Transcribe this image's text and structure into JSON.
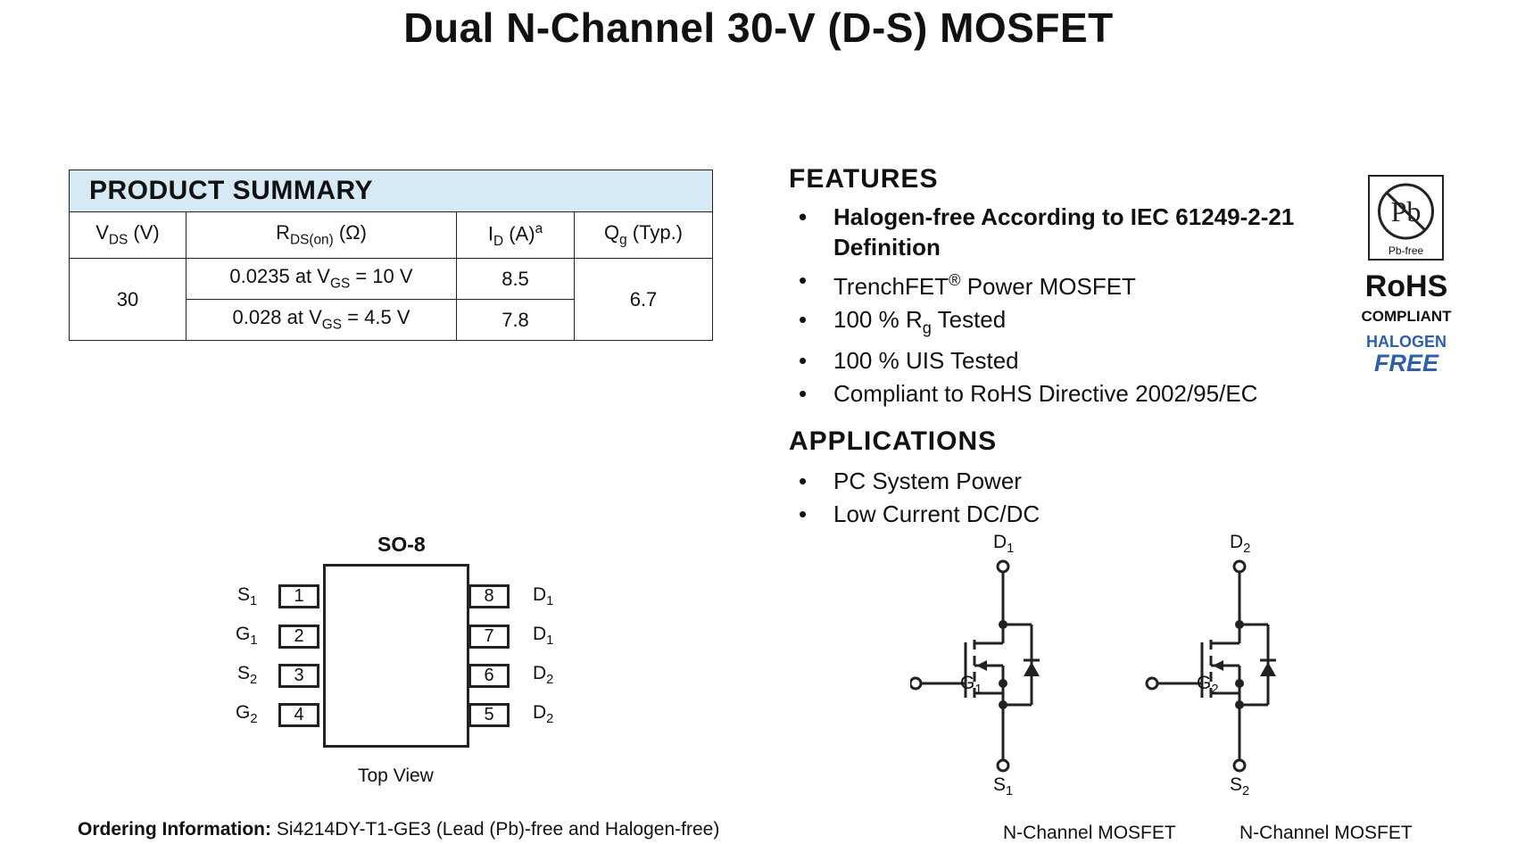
{
  "title": "Dual N-Channel 30-V (D-S) MOSFET",
  "product_summary": {
    "heading": "PRODUCT SUMMARY",
    "columns": {
      "vds": {
        "main": "V",
        "sub": "DS",
        "tail": " (V)"
      },
      "rds": {
        "main": "R",
        "sub": "DS(on)",
        "tail": " (Ω)"
      },
      "id": {
        "main": "I",
        "sub": "D",
        "tail": " (A)",
        "sup": "a"
      },
      "qg": {
        "main": "Q",
        "sub": "g",
        "tail": " (Typ.)"
      }
    },
    "vds_value": "30",
    "qg_value": "6.7",
    "rows": [
      {
        "rds_pre": "0.0235 at V",
        "rds_sub": "GS",
        "rds_post": " = 10 V",
        "id": "8.5"
      },
      {
        "rds_pre": "0.028 at V",
        "rds_sub": "GS",
        "rds_post": " = 4.5 V",
        "id": "7.8"
      }
    ]
  },
  "features": {
    "heading": "FEATURES",
    "item1_line1": "Halogen-free According to IEC 61249-2-21",
    "item1_line2": "Definition",
    "item2_pre": "TrenchFET",
    "item2_sup": "®",
    "item2_post": " Power MOSFET",
    "item3_pre": "100 % R",
    "item3_sub": "g",
    "item3_post": " Tested",
    "item4": "100 % UIS Tested",
    "item5": "Compliant to RoHS Directive 2002/95/EC"
  },
  "applications": {
    "heading": "APPLICATIONS",
    "items": [
      "PC System Power",
      "Low Current DC/DC"
    ]
  },
  "badges": {
    "pb_symbol": "Pb",
    "pb_free": "Pb-free",
    "rohs": "RoHS",
    "compliant": "COMPLIANT",
    "halogen": "HALOGEN",
    "free": "FREE",
    "halogen_color": "#2f5fa8"
  },
  "package": {
    "name": "SO-8",
    "caption": "Top View",
    "left_pins": [
      {
        "num": "1",
        "letter": "S",
        "sub": "1"
      },
      {
        "num": "2",
        "letter": "G",
        "sub": "1"
      },
      {
        "num": "3",
        "letter": "S",
        "sub": "2"
      },
      {
        "num": "4",
        "letter": "G",
        "sub": "2"
      }
    ],
    "right_pins": [
      {
        "num": "8",
        "letter": "D",
        "sub": "1"
      },
      {
        "num": "7",
        "letter": "D",
        "sub": "1"
      },
      {
        "num": "6",
        "letter": "D",
        "sub": "2"
      },
      {
        "num": "5",
        "letter": "D",
        "sub": "2"
      }
    ]
  },
  "ordering": {
    "label": "Ordering Information:",
    "text": " Si4214DY-T1-GE3 (Lead (Pb)-free and Halogen-free)"
  },
  "mosfets": [
    {
      "drain": "D",
      "drain_sub": "1",
      "gate": "G",
      "gate_sub": "1",
      "source": "S",
      "source_sub": "1",
      "caption": "N-Channel MOSFET"
    },
    {
      "drain": "D",
      "drain_sub": "2",
      "gate": "G",
      "gate_sub": "2",
      "source": "S",
      "source_sub": "2",
      "caption": "N-Channel MOSFET"
    }
  ]
}
